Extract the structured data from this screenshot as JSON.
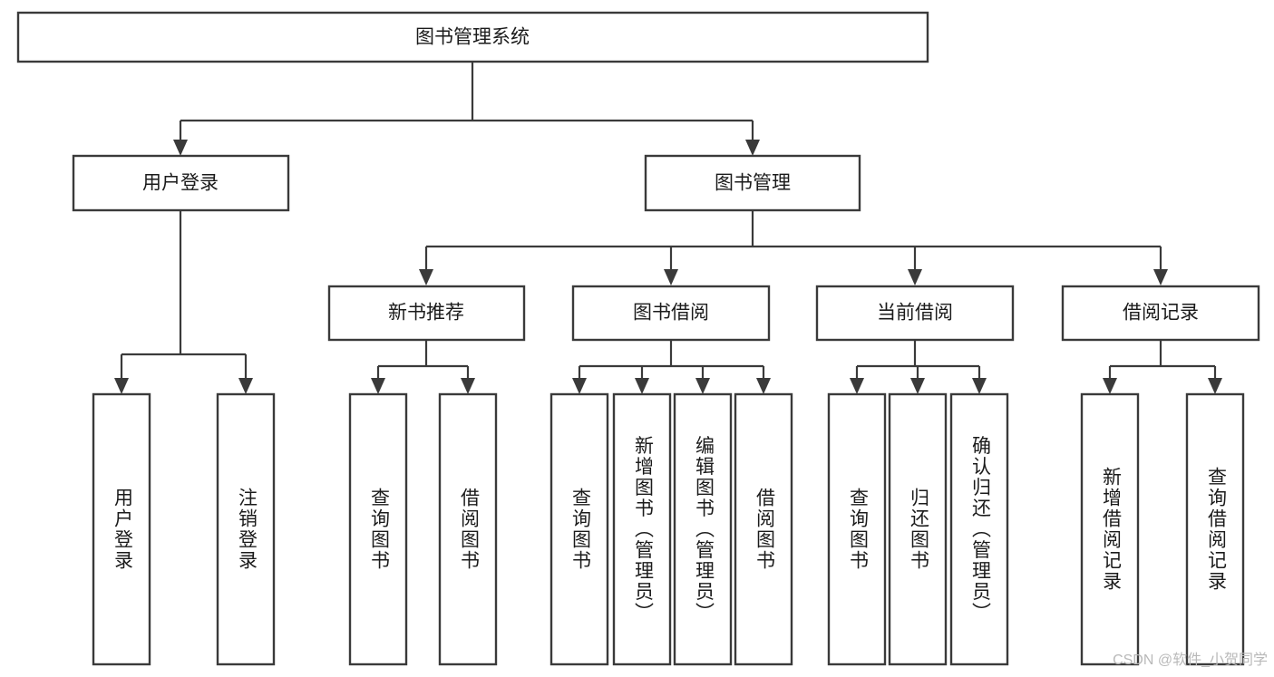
{
  "diagram": {
    "type": "tree-hierarchy-chart",
    "title": "图书管理系统",
    "levels": {
      "root": {
        "label": "图书管理系统"
      },
      "level2": [
        {
          "id": "user-login",
          "label": "用户登录"
        },
        {
          "id": "book-manage",
          "label": "图书管理"
        }
      ],
      "level3": [
        {
          "id": "new-book-recommend",
          "label": "新书推荐",
          "parent": "book-manage"
        },
        {
          "id": "book-borrow",
          "label": "图书借阅",
          "parent": "book-manage"
        },
        {
          "id": "current-borrow",
          "label": "当前借阅",
          "parent": "book-manage"
        },
        {
          "id": "borrow-record",
          "label": "借阅记录",
          "parent": "book-manage"
        }
      ],
      "leaves": [
        {
          "id": "leaf-user-login",
          "label": "用户登录",
          "parent": "user-login"
        },
        {
          "id": "leaf-user-logout",
          "label": "注销登录",
          "parent": "user-login"
        },
        {
          "id": "leaf-query-book-1",
          "label": "查询图书",
          "parent": "new-book-recommend"
        },
        {
          "id": "leaf-borrow-book-1",
          "label": "借阅图书",
          "parent": "new-book-recommend"
        },
        {
          "id": "leaf-query-book-2",
          "label": "查询图书",
          "parent": "book-borrow"
        },
        {
          "id": "leaf-add-book",
          "label": "新增图书（管理员）",
          "parent": "book-borrow"
        },
        {
          "id": "leaf-edit-book",
          "label": "编辑图书（管理员）",
          "parent": "book-borrow"
        },
        {
          "id": "leaf-borrow-book-2",
          "label": "借阅图书",
          "parent": "book-borrow"
        },
        {
          "id": "leaf-query-book-3",
          "label": "查询图书",
          "parent": "current-borrow"
        },
        {
          "id": "leaf-return-book",
          "label": "归还图书",
          "parent": "current-borrow"
        },
        {
          "id": "leaf-confirm-return",
          "label": "确认归还（管理员）",
          "parent": "current-borrow"
        },
        {
          "id": "leaf-add-record",
          "label": "新增借阅记录",
          "parent": "borrow-record"
        },
        {
          "id": "leaf-query-record",
          "label": "查询借阅记录",
          "parent": "borrow-record"
        }
      ]
    },
    "colors": {
      "box_stroke": "#3a3a3a",
      "box_fill": "#ffffff",
      "text": "#1b1b1b",
      "connector": "#3a3a3a",
      "watermark": "#b9b9b9",
      "background": "#ffffff"
    }
  },
  "watermark": {
    "label": "CSDN @软件_小贺同学"
  }
}
